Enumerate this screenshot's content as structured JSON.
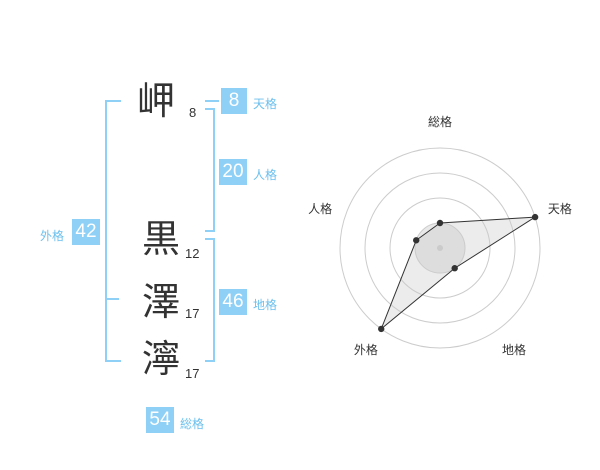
{
  "characters": [
    {
      "char": "岬",
      "strokes": "8"
    },
    {
      "char": "黒",
      "strokes": "12"
    },
    {
      "char": "澤",
      "strokes": "17"
    },
    {
      "char": "濘",
      "strokes": "17"
    }
  ],
  "kaku": {
    "tenkaku": {
      "value": "8",
      "label": "天格"
    },
    "jinkaku": {
      "value": "20",
      "label": "人格"
    },
    "chikaku": {
      "value": "46",
      "label": "地格"
    },
    "gaikaku": {
      "value": "42",
      "label": "外格"
    },
    "soukaku": {
      "value": "54",
      "label": "総格"
    }
  },
  "colors": {
    "accent": "#8fd0f7",
    "label": "#6cc0ee"
  },
  "chart_data": {
    "type": "radar",
    "axes": [
      "総格",
      "天格",
      "地格",
      "外格",
      "人格"
    ],
    "values": [
      1,
      4,
      1,
      4,
      1
    ],
    "rings": 4,
    "max": 4
  }
}
